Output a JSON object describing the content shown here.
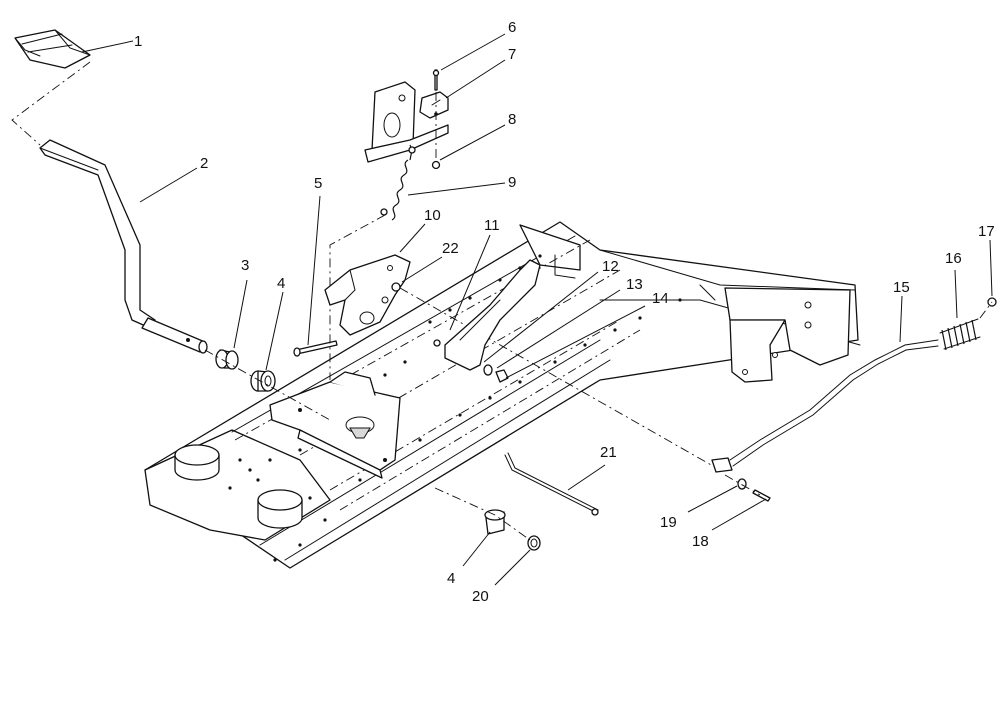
{
  "callouts": {
    "c1": "1",
    "c2": "2",
    "c3": "3",
    "c4a": "4",
    "c4b": "4",
    "c5": "5",
    "c6": "6",
    "c7": "7",
    "c8": "8",
    "c9": "9",
    "c10": "10",
    "c11": "11",
    "c12": "12",
    "c13": "13",
    "c14": "14",
    "c15": "15",
    "c16": "16",
    "c17": "17",
    "c18": "18",
    "c19": "19",
    "c20": "20",
    "c21": "21",
    "c22": "22"
  }
}
